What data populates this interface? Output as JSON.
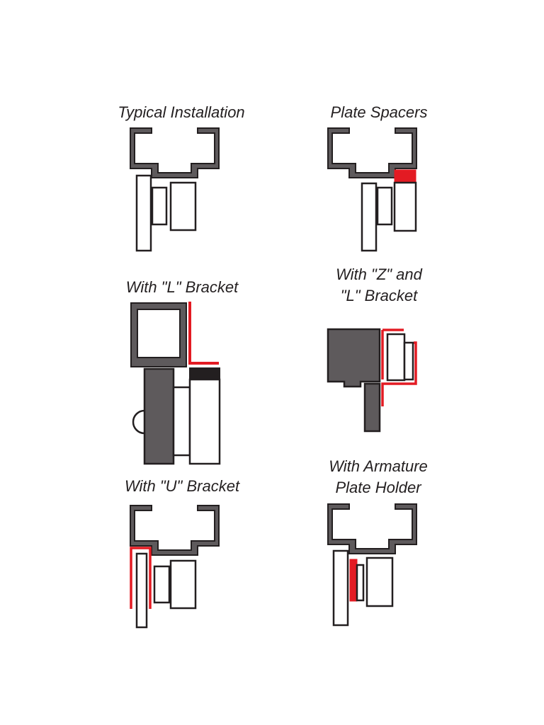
{
  "colors": {
    "outline": "#231f20",
    "accent": "#e31b23",
    "fill_dark": "#5e5a5c",
    "fill_white": "#ffffff"
  },
  "diagrams": {
    "typical": {
      "caption": "Typical Installation"
    },
    "plate_spacers": {
      "caption": "Plate Spacers"
    },
    "l_bracket": {
      "caption": "With \"L\" Bracket"
    },
    "zl_bracket": {
      "caption_line1": "With \"Z\" and",
      "caption_line2": "\"L\" Bracket"
    },
    "u_bracket": {
      "caption": "With \"U\" Bracket"
    },
    "armature_holder": {
      "caption_line1": "With Armature",
      "caption_line2": "Plate Holder"
    }
  }
}
